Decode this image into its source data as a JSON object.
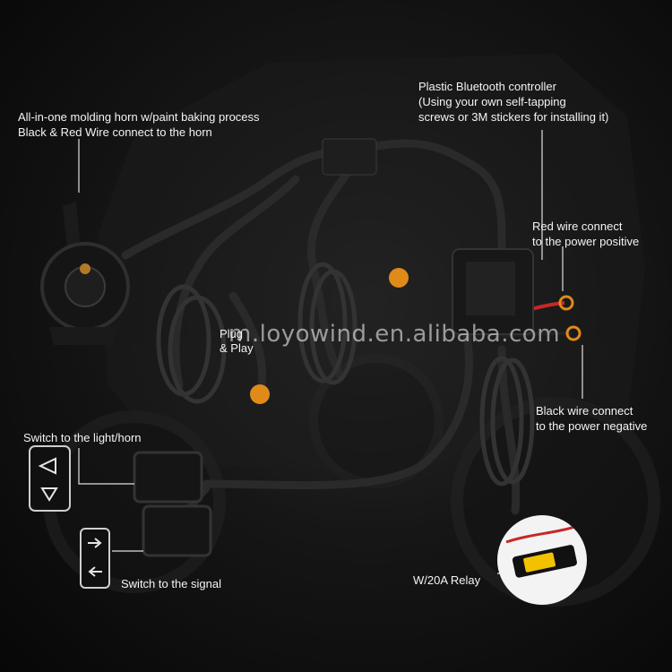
{
  "watermark": "m.loyowind.en.alibaba.com",
  "labels": {
    "horn": [
      "All-in-one molding horn w/paint baking process",
      "Black & Red Wire connect to the horn"
    ],
    "controller": [
      "Plastic Bluetooth controller",
      "(Using your own self-tapping",
      "screws or 3M stickers for installing it)"
    ],
    "red_wire": [
      "Red wire connect",
      "to the power positive"
    ],
    "black_wire": [
      "Black wire connect",
      "to the power negative"
    ],
    "plug_play": [
      "Plug",
      "& Play"
    ],
    "switch_light": "Switch to the light/horn",
    "switch_signal": "Switch to the signal",
    "relay": "W/20A Relay"
  },
  "colors": {
    "background": "#0d0d0d",
    "accent_amber": "#e08a1a",
    "wire_red": "#c62828",
    "relay_yellow": "#f2c200"
  },
  "icons": [
    "horn-icon",
    "controller-icon",
    "rocker-switch-icon",
    "led-light-icon",
    "relay-icon",
    "ring-terminal-icon"
  ]
}
